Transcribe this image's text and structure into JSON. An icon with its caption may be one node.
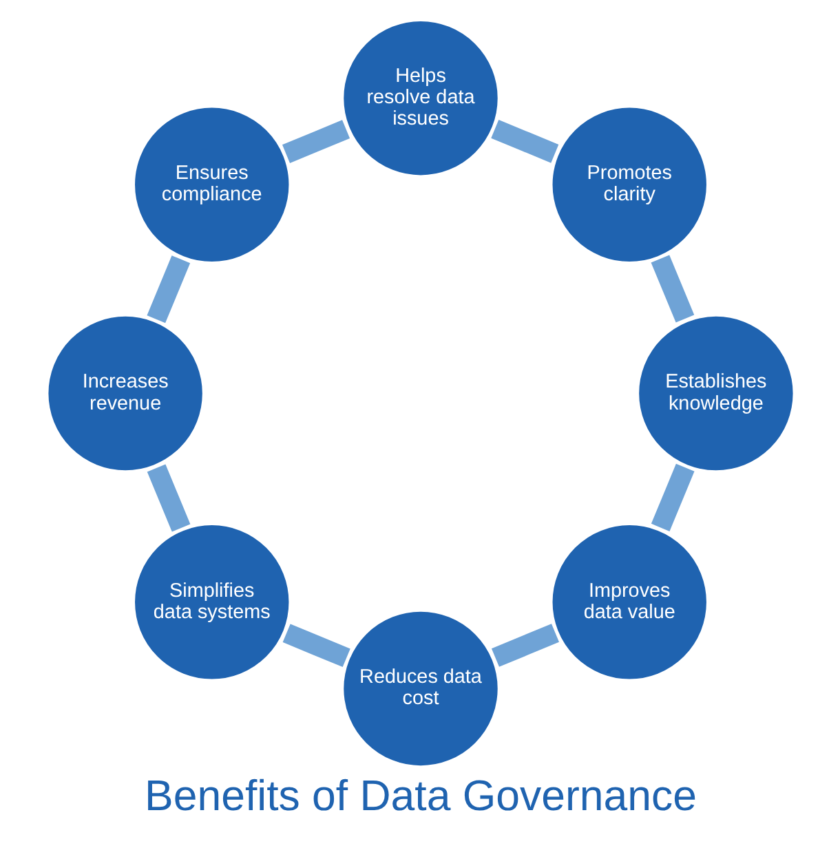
{
  "diagram": {
    "title": "Benefits of Data Governance",
    "nodes": [
      {
        "text": [
          "Improves data value"
        ]
      },
      {
        "text": [
          "Reduces data cost"
        ]
      },
      {
        "text": [
          "Simplifies data systems"
        ]
      },
      {
        "text": [
          "Increases revenue"
        ]
      },
      {
        "text": [
          "Ensures compliance"
        ]
      },
      {
        "text": [
          "Helps resolve data issues"
        ]
      },
      {
        "text": [
          "Promotes clarity"
        ]
      },
      {
        "text": [
          "Establishes knowledge"
        ]
      }
    ],
    "edges": [
      {
        "from": 0,
        "to": 1,
        "arrow": "none"
      },
      {
        "from": 1,
        "to": 2,
        "arrow": "none"
      },
      {
        "from": 2,
        "to": 3,
        "arrow": "none"
      },
      {
        "from": 3,
        "to": 4,
        "arrow": "none"
      },
      {
        "from": 4,
        "to": 5,
        "arrow": "none"
      },
      {
        "from": 5,
        "to": 6,
        "arrow": "none"
      },
      {
        "from": 6,
        "to": 7,
        "arrow": "none"
      },
      {
        "from": 7,
        "to": 0,
        "arrow": "none"
      }
    ]
  }
}
